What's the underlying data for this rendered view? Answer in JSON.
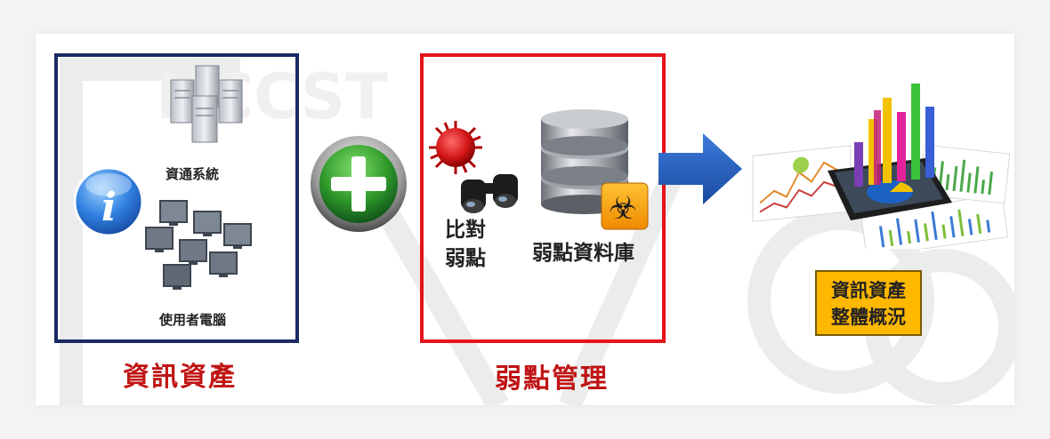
{
  "asset_section": {
    "server_label": "資通系統",
    "pc_label": "使用者電腦",
    "title": "資訊資產"
  },
  "vuln_section": {
    "compare_label_line1": "比對",
    "compare_label_line2": "弱點",
    "db_label": "弱點資料庫",
    "title": "弱點管理"
  },
  "overview": {
    "line1": "資訊資產",
    "line2": "整體概況"
  },
  "watermark": {
    "text": "NCCST"
  },
  "colors": {
    "asset_border": "#1b2a63",
    "vuln_border": "#e5131b",
    "title_red": "#c01414",
    "overview_fill": "#ffb800",
    "arrow_blue": "#1f56b4",
    "plus_green": "#3aa335"
  },
  "icons": [
    "server-icon",
    "info-icon",
    "computer-icon",
    "plus-icon",
    "virus-icon",
    "binoculars-icon",
    "database-icon",
    "biohazard-icon",
    "arrow-right-icon",
    "charts-icon"
  ]
}
